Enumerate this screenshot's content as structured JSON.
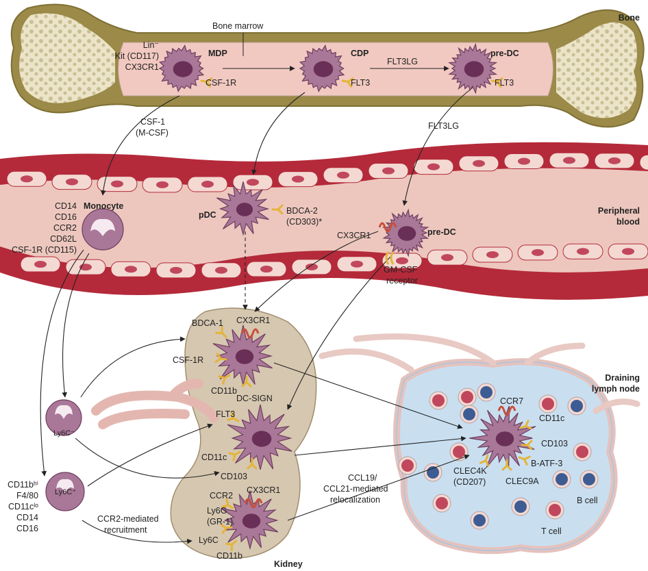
{
  "labels": {
    "bone": "Bone",
    "bone_marrow": "Bone marrow",
    "mdp_markers": [
      "Lin⁻",
      "Kit (CD117)",
      "CX3CR1"
    ],
    "mdp": "MDP",
    "csf1r_mdp": "CSF-1R",
    "cdp": "CDP",
    "flt3_cdp": "FLT3",
    "flt3lg_marrow": "FLT3LG",
    "predc_marrow": "pre-DC",
    "flt3_predc": "FLT3",
    "csf1": "CSF-1",
    "mcsf": "(M-CSF)",
    "flt3lg_blood": "FLT3LG",
    "monocyte": "Monocyte",
    "monocyte_markers": [
      "CD14",
      "CD16",
      "CCR2",
      "CD62L",
      "CSF-1R (CD115)"
    ],
    "pdc": "pDC",
    "bdca2": "BDCA-2",
    "cd303": "(CD303)*",
    "peripheral": "Peripheral",
    "blood": "blood",
    "cx3cr1_blood": "CX3CR1",
    "predc_blood": "pre-DC",
    "gmcsf": "GM-CSF",
    "receptor": "receptor",
    "bdca1": "BDCA-1",
    "cx3cr1_k1": "CX3CR1",
    "csf1r_k": "CSF-1R",
    "cd11b_k1": "CD11b",
    "dcsign": "DC-SIGN",
    "flt3_k": "FLT3",
    "cd11c_k": "CD11c",
    "cd103_k": "CD103",
    "ccr2_k": "CCR2",
    "cx3cr1_k3": "CX3CR1",
    "ly6g": "Ly6G",
    "gr1": "(GR-1)",
    "ly6c_k": "Ly6C",
    "cd11b_k3": "CD11b",
    "kidney": "Kidney",
    "ly6c_neg": "Ly6C⁻",
    "ly6c_pos": "Ly6C⁺",
    "ly6cpos_markers": [
      "CD11bʰⁱ",
      "F4/80",
      "CD11cˡᵒ",
      "CD14",
      "CD16"
    ],
    "ccr2_mediated": "CCR2-mediated",
    "recruitment": "recruitment",
    "ccl19": "CCL19/",
    "ccl21": "CCL21-mediated",
    "relocalization": "relocalization",
    "draining": "Draining",
    "lymph_node": "lymph node",
    "ccr7": "CCR7",
    "cd11c_ln": "CD11c",
    "cd103_ln": "CD103",
    "batf3": "B-ATF-3",
    "clec4k": "CLEC4K",
    "cd207": "(CD207)",
    "clec9a": "CLEC9A",
    "bcell": "B cell",
    "tcell": "T cell"
  },
  "colors": {
    "bone_shell": "#9b8a48",
    "bone_marrow": "#f1c9c1",
    "bone_spongy": "#ece4c8",
    "vessel_wall": "#b42a3a",
    "vessel_lumen": "#edc7be",
    "endothelium": "#f3d9d2",
    "rbc_nucleus": "#c0475c",
    "kidney": "#d6c7b0",
    "lymph": "#c9dff0",
    "cell": "#a97797",
    "cell_nucleus": "#6a2f56",
    "receptor": "#e5b437",
    "chemokine_receptor": "#c8503c",
    "tcell": "#c0475c",
    "bcell": "#3d5c93"
  },
  "icons": [
    "y-receptor-icon",
    "chemokine-receptor-icon",
    "dendritic-cell-icon",
    "monocyte-icon"
  ]
}
